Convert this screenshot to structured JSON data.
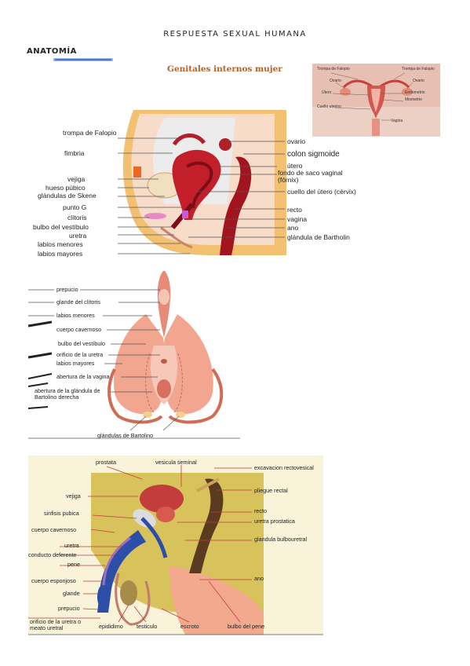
{
  "document": {
    "title": "RESPUESTA SEXUAL HUMANA",
    "section": "ANATOMÍA"
  },
  "figure1": {
    "title": "Genitales internos mujer",
    "left_labels": [
      "trompa de Falopio",
      "fimbria",
      "vejiga",
      "hueso púbico",
      "glándulas de Skene",
      "punto G",
      "clítoris",
      "bulbo del vestíbulo",
      "uretra",
      "labios menores",
      "labios mayores"
    ],
    "right_labels": [
      "ovario",
      "colon sigmoide",
      "útero",
      "fondo de saco vaginal (fórnix)",
      "cuello del útero (cérvix)",
      "recto",
      "vagina",
      "ano",
      "glándula de Bartholin"
    ]
  },
  "figure1_inset": {
    "labels_left": [
      "Trompa de Falopio",
      "Ovario",
      "Útero",
      "Cuello uterino"
    ],
    "labels_right": [
      "Trompa de Falopio",
      "Ovario",
      "Endometrio",
      "Miometrio",
      "Vagina"
    ]
  },
  "figure2": {
    "labels": [
      "prepucio",
      "glande del clítoris",
      "labios menores",
      "cuerpo cavernoso",
      "bulbo del vestíbulo",
      "orificio de la uretra",
      "labios mayores",
      "abertura de la vagina",
      "abertura de la glándula de Bartolino derecha",
      "glándulas de Bartolino"
    ]
  },
  "figure3": {
    "top_labels": [
      "prostata",
      "vesicula seminal"
    ],
    "left_labels": [
      "vejiga",
      "sinfisis pubica",
      "cuerpo cavernoso",
      "uretra",
      "conducto deferente",
      "pene",
      "cuerpo esponjoso",
      "glande",
      "prepucio",
      "orificio de la uretra o meato uretral"
    ],
    "right_labels": [
      "excavacion rectovesical",
      "pliegue rectal",
      "recto",
      "uretra prostatica",
      "glandula bulbouretral",
      "ano"
    ],
    "bottom_labels": [
      "epididimo",
      "testiculo",
      "escroto",
      "bulbo del pene"
    ]
  },
  "colors": {
    "flesh": "#e9937a",
    "flesh_light": "#f6c7b5",
    "uterus_red": "#c21f2a",
    "yellow_bg": "#e8d16a",
    "male_yellow": "#d7c25c",
    "blue_duct": "#2d4ea8",
    "section_blue": "#4a79c9"
  }
}
